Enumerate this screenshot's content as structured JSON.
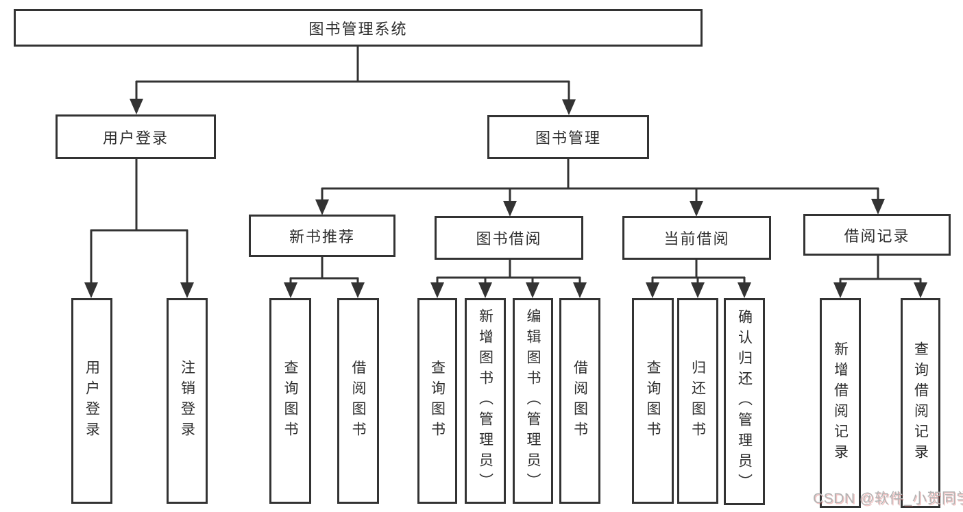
{
  "diagram_title": "图书管理系统",
  "tree": {
    "label": "图书管理系统",
    "children": [
      {
        "label": "用户登录",
        "children": [
          {
            "label": "用户登录"
          },
          {
            "label": "注销登录"
          }
        ]
      },
      {
        "label": "图书管理",
        "children": [
          {
            "label": "新书推荐",
            "children": [
              {
                "label": "查询图书"
              },
              {
                "label": "借阅图书"
              }
            ]
          },
          {
            "label": "图书借阅",
            "children": [
              {
                "label": "查询图书"
              },
              {
                "label": "新增图书（管理员）"
              },
              {
                "label": "编辑图书（管理员）"
              },
              {
                "label": "借阅图书"
              }
            ]
          },
          {
            "label": "当前借阅",
            "children": [
              {
                "label": "查询图书"
              },
              {
                "label": "归还图书"
              },
              {
                "label": "确认归还（管理员）"
              }
            ]
          },
          {
            "label": "借阅记录",
            "children": [
              {
                "label": "新增借阅记录"
              },
              {
                "label": "查询借阅记录"
              }
            ]
          }
        ]
      }
    ]
  },
  "watermark": {
    "text": "CSDN @软件_小贺同学"
  },
  "colors": {
    "line": "#333333",
    "text": "#2d2d2d",
    "background": "#ffffff",
    "watermark_text": "#b3b3b3"
  }
}
